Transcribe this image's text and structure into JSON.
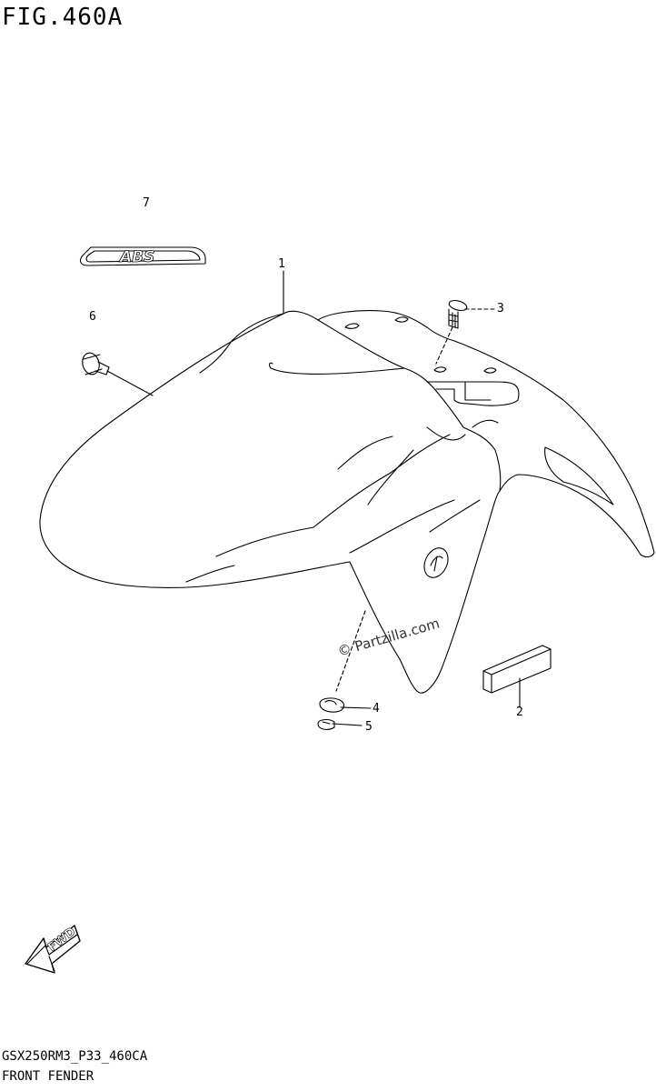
{
  "figure": {
    "title": "FIG.460A",
    "code": "GSX250RM3_P33_460CA",
    "name": "FRONT FENDER"
  },
  "callouts": [
    "1",
    "2",
    "3",
    "4",
    "5",
    "6",
    "7"
  ],
  "decal": {
    "text": "ABS"
  },
  "watermark": "© Partzilla.com",
  "direction": {
    "label": "FWD"
  }
}
